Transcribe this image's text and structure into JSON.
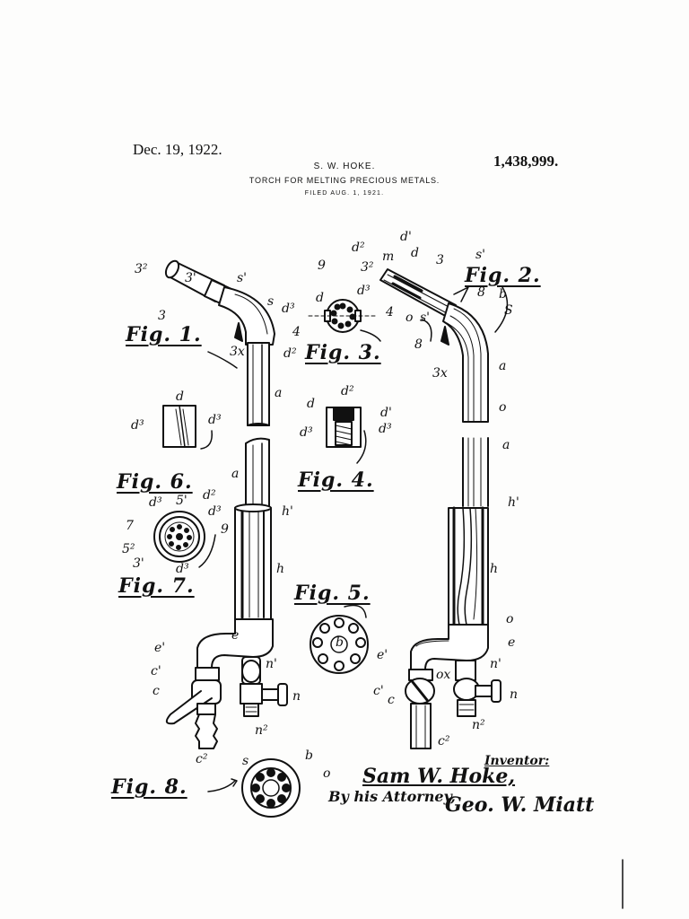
{
  "header": {
    "date": "Dec. 19, 1922.",
    "patent_number": "1,438,999.",
    "inventor_name": "S. W. HOKE.",
    "title": "TORCH FOR MELTING PRECIOUS METALS.",
    "filed": "FILED AUG. 1, 1921."
  },
  "figures": {
    "fig1": "Fig. 1.",
    "fig2": "Fig. 2.",
    "fig3": "Fig. 3.",
    "fig4": "Fig. 4.",
    "fig5": "Fig. 5.",
    "fig6": "Fig. 6.",
    "fig7": "Fig. 7.",
    "fig8": "Fig. 8."
  },
  "refs": {
    "fig1": {
      "s2": "3²",
      "s1a": "3'",
      "s1b": "s'",
      "s": "s",
      "three": "3",
      "sx": "3x",
      "a": "a",
      "a2": "a",
      "h1": "h'",
      "h": "h",
      "e": "e",
      "e1": "e'",
      "c1": "c'",
      "c": "c",
      "n1": "n'",
      "n": "n",
      "n2": "n²",
      "c2": "c²"
    },
    "fig2": {
      "d2": "d²",
      "d1": "d'",
      "d": "d",
      "m": "m",
      "s32": "3²",
      "s": "3",
      "s1": "s'",
      "nine": "9",
      "eight": "8",
      "b": "b",
      "S": "S",
      "o": "o",
      "s1b": "s'",
      "eight2": "8",
      "sx": "3x",
      "a": "a",
      "o2": "o",
      "a2": "a",
      "h1": "h'",
      "h": "h",
      "o3": "o",
      "e1": "e'",
      "e": "e",
      "n1": "n'",
      "c1": "c'",
      "ox": "ox",
      "c": "c",
      "n": "n",
      "n2": "n²",
      "c2": "c²"
    },
    "fig3": {
      "nine": "9",
      "d3a": "d³",
      "d3b": "d³",
      "d": "d",
      "four1": "4",
      "four2": "4",
      "d2": "d²"
    },
    "fig4": {
      "d": "d",
      "d2": "d²",
      "d1": "d'",
      "d3a": "d³",
      "d3b": "d³"
    },
    "fig5": {
      "b": "b"
    },
    "fig6": {
      "d": "d",
      "d3a": "d³",
      "d3b": "d³"
    },
    "fig7": {
      "d3": "d³",
      "s3": "5'",
      "d2": "d²",
      "d3b": "d³",
      "seven": "7",
      "nine": "9",
      "s2": "5²",
      "s3b": "3'",
      "d3c": "d³"
    },
    "fig8": {
      "s": "s",
      "b": "b",
      "o": "o"
    }
  },
  "signature": {
    "inventor_label": "Inventor:",
    "inventor_name": "Sam W. Hoke,",
    "attorney_line": "By his Attorney,",
    "attorney_name": "Geo. W. Miatt"
  }
}
